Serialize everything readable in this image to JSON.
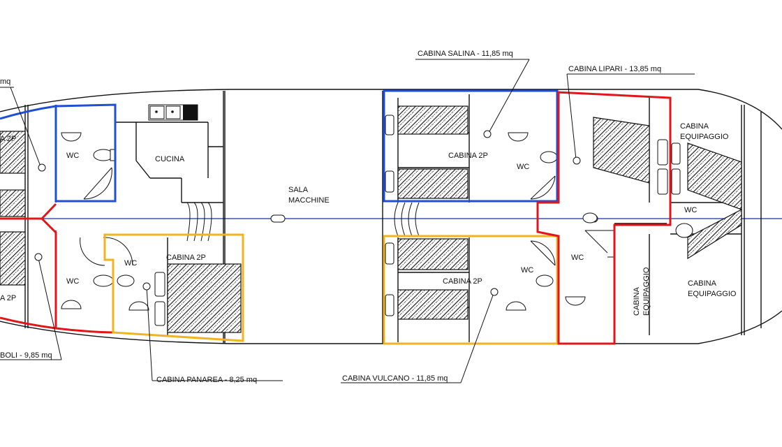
{
  "colors": {
    "blue": "#1f4fd6",
    "red": "#e0161b",
    "yellow": "#f2b322",
    "axis": "#1a2ea8",
    "ink": "#111111"
  },
  "labels": {
    "cabina_salina": "CABINA SALINA - 11,85 mq",
    "cabina_lipari": "CABINA LIPARI - 13,85 mq",
    "cabina_panarea": "CABINA PANAREA - 8,25 mq",
    "cabina_vulcano": "CABINA VULCANO - 11,85 mq",
    "cabina_stromboli_partial": "BOLI - 9,85 mq",
    "partial_mq_top": "mq",
    "cabina_2p": "CABINA 2P",
    "partial_2p": "A 2P",
    "wc": "WC",
    "cucina": "CUCINA",
    "sala": "SALA",
    "macchine": "MACCHINE",
    "cabina": "CABINA",
    "equipaggio": "EQUIPAGGIO",
    "cabina_equipaggio_vertical": "CABINA EQUIPAGGIO"
  }
}
